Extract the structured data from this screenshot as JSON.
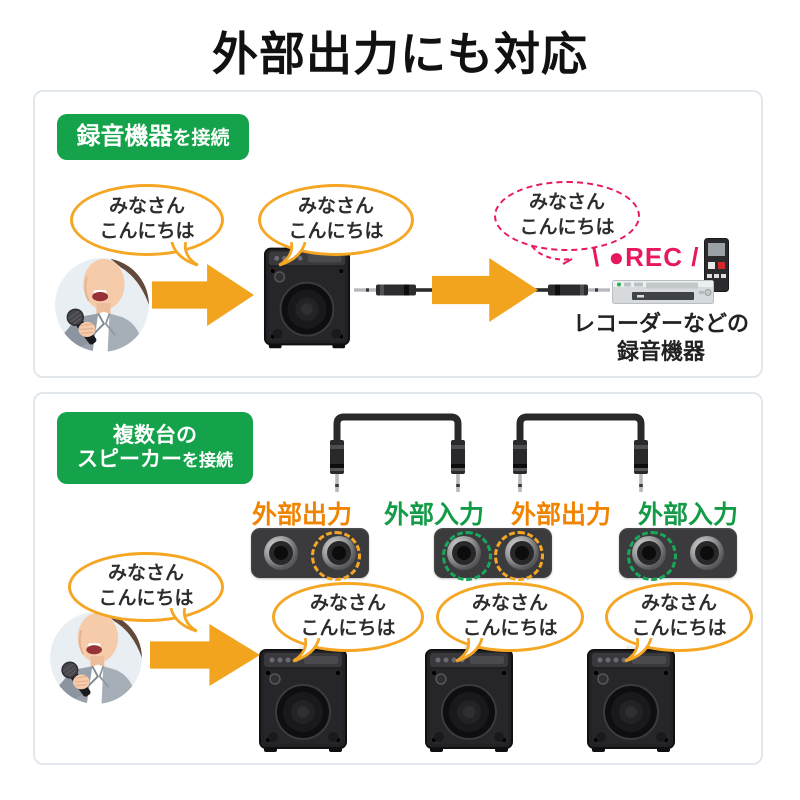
{
  "title": "外部出力にも対応",
  "speech": {
    "line1": "みなさん",
    "line2": "こんにちは"
  },
  "section_recording": {
    "badge": {
      "main": "録音機器",
      "suffix": "を接続"
    },
    "rec_line": "\\ ●REC /",
    "caption_line1": "レコーダーなどの",
    "caption_line2": "録音機器"
  },
  "section_multi_speaker": {
    "badge": {
      "line1": "複数台の",
      "main": "スピーカー",
      "suffix": "を接続"
    },
    "port_labels": [
      "外部出力",
      "外部入力",
      "外部出力",
      "外部入力"
    ]
  },
  "colors": {
    "badge_green": "#14a34a",
    "arrow_orange": "#f3a41f",
    "bubble_outline_orange": "#f5a623",
    "rec_pink": "#e7185c",
    "port_output_orange": "#f08300",
    "port_input_green": "#149b47",
    "section_border": "#e2e7ee"
  }
}
